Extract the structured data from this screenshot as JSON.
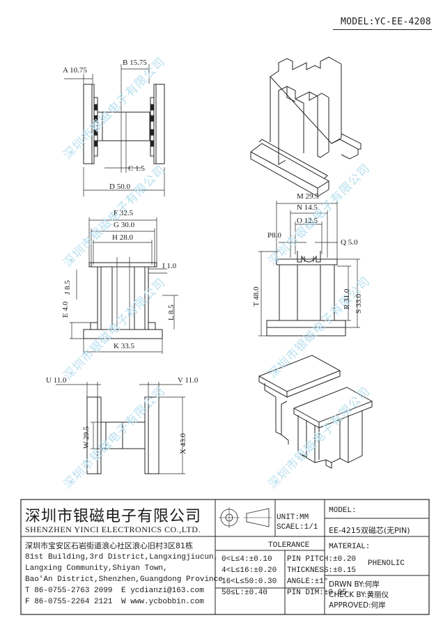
{
  "model_label": "MODEL:YC-EE-4208",
  "watermark_text": "深圳市银磁电子有限公司",
  "dimensions": {
    "A": "A 10.75",
    "B": "B 15.75",
    "C": "C 1.5",
    "D": "D 50.0",
    "F": "F 32.5",
    "G": "G 30.0",
    "H": "H 28.0",
    "I": "I 1.0",
    "J": "J 8.5",
    "E": "E 4.0",
    "L": "L 8.5",
    "K": "K 33.5",
    "M": "M 29.5",
    "N": "N 14.5",
    "O": "O 12.5",
    "P": "P8.0",
    "Q": "Q 5.0",
    "T": "T 48.0",
    "R": "R 31.0",
    "S": "S 33.0",
    "U": "U 11.0",
    "V": "V 11.0",
    "W": "W 29.5",
    "X": "X 43.0"
  },
  "title_block": {
    "company_cn": "深圳市银磁电子有限公司",
    "company_en": "SHENZHEN YINCI ELECTRONICS CO.,LTD.",
    "address_cn": "深圳市宝安区石岩街道浪心社区浪心旧村3区81栋",
    "address_en_1": "81st Building,3rd District,Langxingjiucun,",
    "address_en_2": "Langxing Community,Shiyan Town,",
    "address_en_3": "Bao'An District,Shenzhen,Guangdong Province",
    "tel": "T 86-0755-2763 2099",
    "email": "E ycdianzi@163.com",
    "fax": "F 86-0755-2264 2121",
    "web": "W www.ycbobbin.com",
    "unit": "UNIT:MM",
    "scale": "SCAEL:1/1",
    "model_title": "MODEL:",
    "model_value": "EE-4215双磁芯(无PIN)",
    "tolerance_title": "TOLERANCE",
    "tolerances": [
      "0<L≤4:±0.10",
      "4<L≤16:±0.20",
      "16<L≤50:0.30",
      "50≤L:±0.40"
    ],
    "pin_specs": [
      "PIN PITCH:±0.20",
      "THICKNESS:±0.15",
      "ANGLE:±1°",
      "PIN DIM:±0.05"
    ],
    "material_title": "MATERIAL:",
    "material_value": "PHENOLIC",
    "drawn_by": "DRWN BY:何岸",
    "check_by": "CHECK BY:黄丽仪",
    "approved_by": "APPROVED:何岸"
  }
}
